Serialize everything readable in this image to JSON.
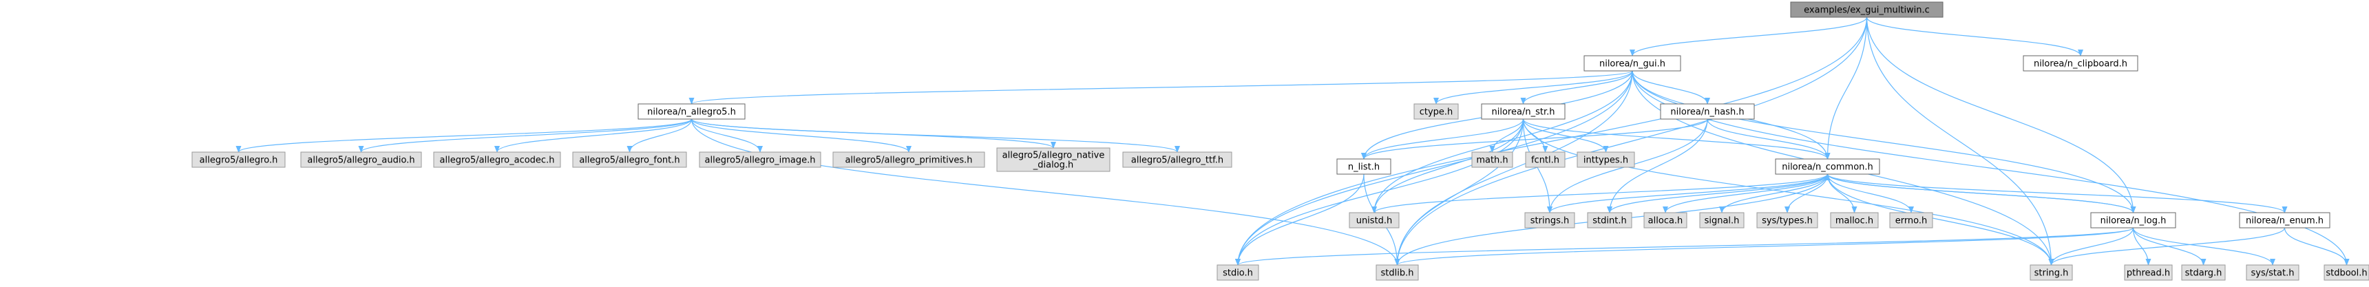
{
  "root": "examples/ex_gui_multiwin.c",
  "colors": {
    "edge": "#63b8ff",
    "root_fill": "#999999",
    "root_stroke": "#666666",
    "file_fill": "#ffffff",
    "file_stroke": "#666666",
    "sys_fill": "#e0e0e0",
    "sys_stroke": "#999999"
  },
  "nodes": [
    {
      "id": "root",
      "label": "examples/ex_gui_multiwin.c",
      "kind": "root"
    },
    {
      "id": "gui",
      "label": "nilorea/n_gui.h",
      "kind": "file"
    },
    {
      "id": "clipboard",
      "label": "nilorea/n_clipboard.h",
      "kind": "file"
    },
    {
      "id": "allegro5",
      "label": "nilorea/n_allegro5.h",
      "kind": "file"
    },
    {
      "id": "ctype",
      "label": "ctype.h",
      "kind": "sys"
    },
    {
      "id": "str",
      "label": "nilorea/n_str.h",
      "kind": "file"
    },
    {
      "id": "hash",
      "label": "nilorea/n_hash.h",
      "kind": "file"
    },
    {
      "id": "a_allegro",
      "label": "allegro5/allegro.h",
      "kind": "sys"
    },
    {
      "id": "a_audio",
      "label": "allegro5/allegro_audio.h",
      "kind": "sys"
    },
    {
      "id": "a_acodec",
      "label": "allegro5/allegro_acodec.h",
      "kind": "sys"
    },
    {
      "id": "a_font",
      "label": "allegro5/allegro_font.h",
      "kind": "sys"
    },
    {
      "id": "a_image",
      "label": "allegro5/allegro_image.h",
      "kind": "sys"
    },
    {
      "id": "a_prim",
      "label": "allegro5/allegro_primitives.h",
      "kind": "sys"
    },
    {
      "id": "a_native",
      "label": "allegro5/allegro_native\n_dialog.h",
      "kind": "sys"
    },
    {
      "id": "a_ttf",
      "label": "allegro5/allegro_ttf.h",
      "kind": "sys"
    },
    {
      "id": "math",
      "label": "math.h",
      "kind": "sys"
    },
    {
      "id": "fcntl",
      "label": "fcntl.h",
      "kind": "sys"
    },
    {
      "id": "inttypes",
      "label": "inttypes.h",
      "kind": "sys"
    },
    {
      "id": "list",
      "label": "n_list.h",
      "kind": "file"
    },
    {
      "id": "common",
      "label": "nilorea/n_common.h",
      "kind": "file"
    },
    {
      "id": "unistd",
      "label": "unistd.h",
      "kind": "sys"
    },
    {
      "id": "strings",
      "label": "strings.h",
      "kind": "sys"
    },
    {
      "id": "stdint",
      "label": "stdint.h",
      "kind": "sys"
    },
    {
      "id": "alloca",
      "label": "alloca.h",
      "kind": "sys"
    },
    {
      "id": "signal",
      "label": "signal.h",
      "kind": "sys"
    },
    {
      "id": "systypes",
      "label": "sys/types.h",
      "kind": "sys"
    },
    {
      "id": "malloc",
      "label": "malloc.h",
      "kind": "sys"
    },
    {
      "id": "errno",
      "label": "errno.h",
      "kind": "sys"
    },
    {
      "id": "log",
      "label": "nilorea/n_log.h",
      "kind": "file"
    },
    {
      "id": "enum",
      "label": "nilorea/n_enum.h",
      "kind": "file"
    },
    {
      "id": "stdio",
      "label": "stdio.h",
      "kind": "sys"
    },
    {
      "id": "stdlib",
      "label": "stdlib.h",
      "kind": "sys"
    },
    {
      "id": "string",
      "label": "string.h",
      "kind": "sys"
    },
    {
      "id": "pthread",
      "label": "pthread.h",
      "kind": "sys"
    },
    {
      "id": "stdarg",
      "label": "stdarg.h",
      "kind": "sys"
    },
    {
      "id": "sysstat",
      "label": "sys/stat.h",
      "kind": "sys"
    },
    {
      "id": "stdbool",
      "label": "stdbool.h",
      "kind": "sys"
    }
  ],
  "edges": [
    [
      "root",
      "gui"
    ],
    [
      "root",
      "clipboard"
    ],
    [
      "root",
      "common"
    ],
    [
      "root",
      "log"
    ],
    [
      "root",
      "stdio"
    ],
    [
      "root",
      "string"
    ],
    [
      "root",
      "stdlib"
    ],
    [
      "gui",
      "allegro5"
    ],
    [
      "gui",
      "ctype"
    ],
    [
      "gui",
      "str"
    ],
    [
      "gui",
      "hash"
    ],
    [
      "gui",
      "list"
    ],
    [
      "gui",
      "common"
    ],
    [
      "gui",
      "log"
    ],
    [
      "gui",
      "unistd"
    ],
    [
      "gui",
      "stdlib"
    ],
    [
      "gui",
      "string"
    ],
    [
      "gui",
      "stdbool"
    ],
    [
      "gui",
      "stdio"
    ],
    [
      "allegro5",
      "a_allegro"
    ],
    [
      "allegro5",
      "a_audio"
    ],
    [
      "allegro5",
      "a_acodec"
    ],
    [
      "allegro5",
      "a_font"
    ],
    [
      "allegro5",
      "a_image"
    ],
    [
      "allegro5",
      "a_prim"
    ],
    [
      "allegro5",
      "a_native"
    ],
    [
      "allegro5",
      "a_ttf"
    ],
    [
      "allegro5",
      "stdlib"
    ],
    [
      "str",
      "math"
    ],
    [
      "str",
      "fcntl"
    ],
    [
      "str",
      "inttypes"
    ],
    [
      "str",
      "common"
    ],
    [
      "str",
      "list"
    ],
    [
      "str",
      "stdio"
    ],
    [
      "str",
      "stdlib"
    ],
    [
      "str",
      "string"
    ],
    [
      "str",
      "strings"
    ],
    [
      "str",
      "unistd"
    ],
    [
      "hash",
      "list"
    ],
    [
      "hash",
      "common"
    ],
    [
      "hash",
      "stdint"
    ],
    [
      "hash",
      "strings"
    ],
    [
      "list",
      "stdio"
    ],
    [
      "list",
      "stdlib"
    ],
    [
      "common",
      "unistd"
    ],
    [
      "common",
      "strings"
    ],
    [
      "common",
      "stdint"
    ],
    [
      "common",
      "alloca"
    ],
    [
      "common",
      "signal"
    ],
    [
      "common",
      "systypes"
    ],
    [
      "common",
      "malloc"
    ],
    [
      "common",
      "errno"
    ],
    [
      "common",
      "log"
    ],
    [
      "common",
      "enum"
    ],
    [
      "common",
      "stdlib"
    ],
    [
      "common",
      "string"
    ],
    [
      "log",
      "common"
    ],
    [
      "log",
      "stdio"
    ],
    [
      "log",
      "stdlib"
    ],
    [
      "log",
      "pthread"
    ],
    [
      "log",
      "stdarg"
    ],
    [
      "log",
      "sysstat"
    ],
    [
      "log",
      "string"
    ],
    [
      "enum",
      "string"
    ],
    [
      "enum",
      "stdbool"
    ]
  ]
}
